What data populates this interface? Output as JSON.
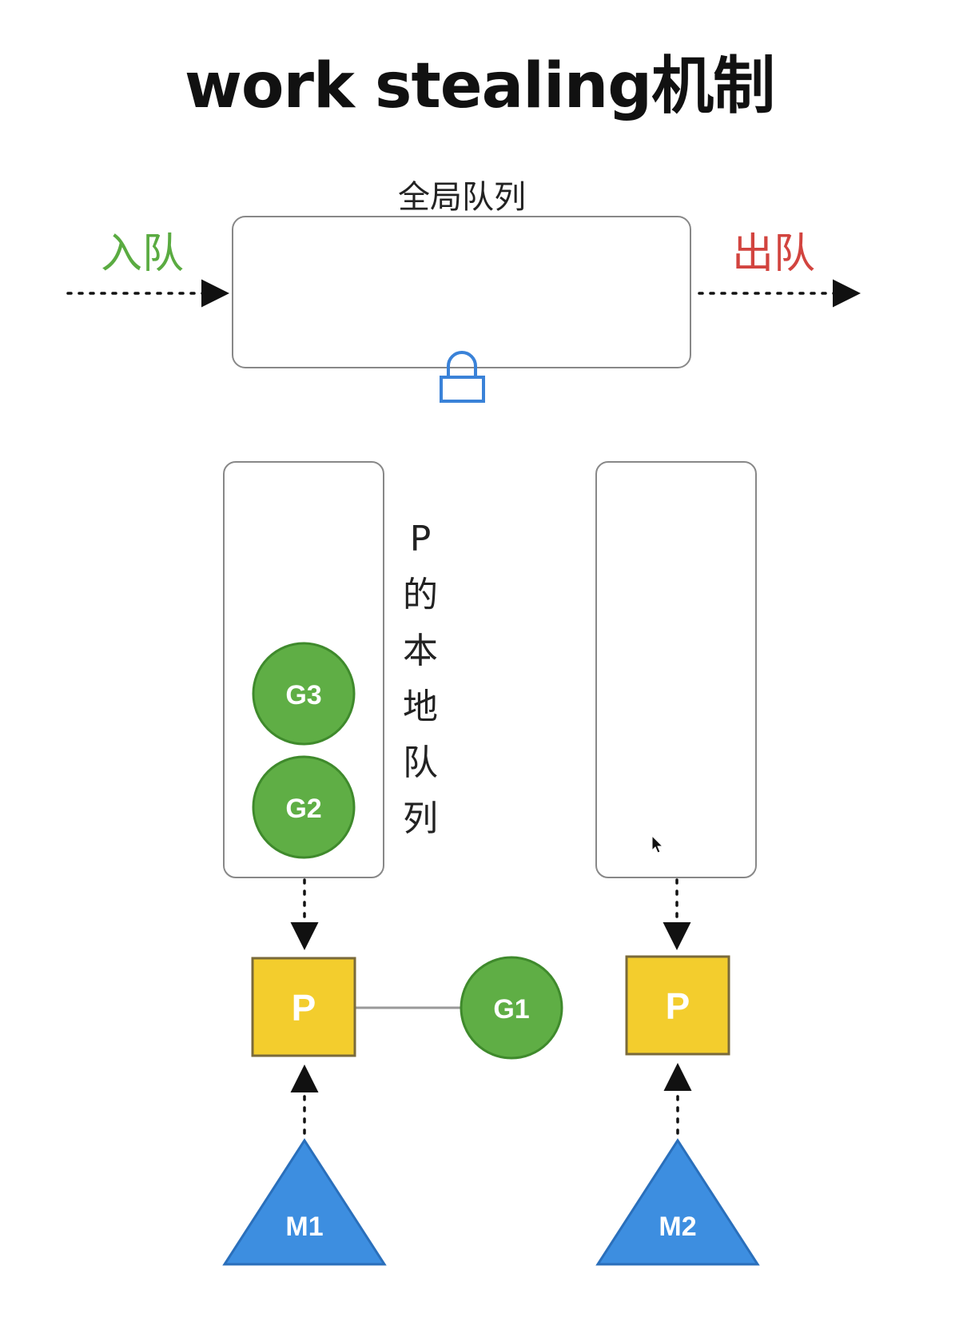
{
  "title": "work stealing机制",
  "global_queue": {
    "label": "全局队列",
    "enqueue_label": "入队",
    "dequeue_label": "出队"
  },
  "local_queue_label_chars": [
    "P",
    "的",
    "本",
    "地",
    "队",
    "列"
  ],
  "nodes": {
    "g3": "G3",
    "g2": "G2",
    "g1": "G1",
    "p_left": "P",
    "p_right": "P",
    "m1": "M1",
    "m2": "M2"
  },
  "colors": {
    "goroutine": "#5fae45",
    "processor": "#f3cd2d",
    "machine": "#3d8ee0",
    "enqueue": "#5aab41",
    "dequeue": "#d2443f",
    "lock": "#3a82d8"
  }
}
